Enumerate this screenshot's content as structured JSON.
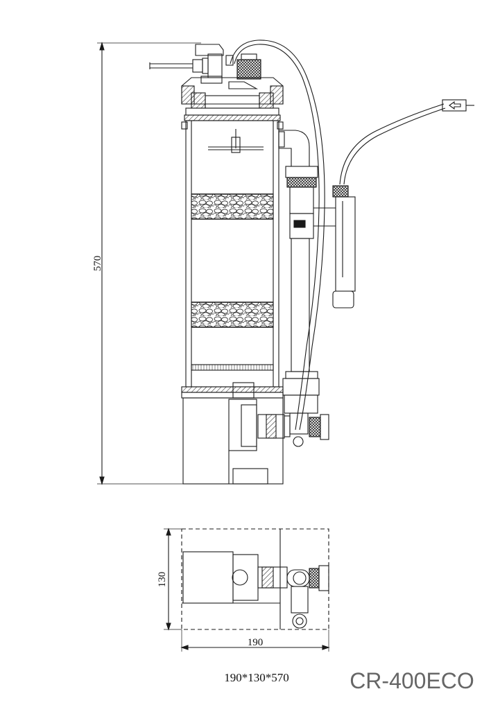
{
  "dimensions": {
    "height": "570",
    "depth": "130",
    "width": "190",
    "overall": "190*130*570"
  },
  "model": "CR-400ECO",
  "colors": {
    "line": "#1a1a1a",
    "hatch": "#333333",
    "background": "#ffffff"
  },
  "icons": [
    "flow-arrow-icon"
  ]
}
